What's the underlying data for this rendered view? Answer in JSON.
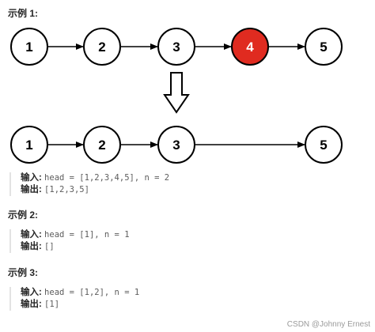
{
  "examples": [
    {
      "title": "示例 1:",
      "input_label": "输入:",
      "input_value": "head = [1,2,3,4,5], n = 2",
      "output_label": "输出:",
      "output_value": "[1,2,3,5]"
    },
    {
      "title": "示例 2:",
      "input_label": "输入:",
      "input_value": "head = [1], n = 1",
      "output_label": "输出:",
      "output_value": "[]"
    },
    {
      "title": "示例 3:",
      "input_label": "输入:",
      "input_value": "head = [1,2], n = 1",
      "output_label": "输出:",
      "output_value": "[1]"
    }
  ],
  "diagram": {
    "before_nodes": [
      {
        "label": "1",
        "highlight": false
      },
      {
        "label": "2",
        "highlight": false
      },
      {
        "label": "3",
        "highlight": false
      },
      {
        "label": "4",
        "highlight": true
      },
      {
        "label": "5",
        "highlight": false
      }
    ],
    "after_nodes": [
      {
        "label": "1"
      },
      {
        "label": "2"
      },
      {
        "label": "3"
      },
      {
        "label": "5"
      }
    ],
    "colors": {
      "node_fill": "#ffffff",
      "node_stroke": "#000000",
      "highlight_fill": "#e02b20",
      "highlight_text": "#ffffff"
    }
  },
  "watermark": "CSDN @Johnny Ernest"
}
